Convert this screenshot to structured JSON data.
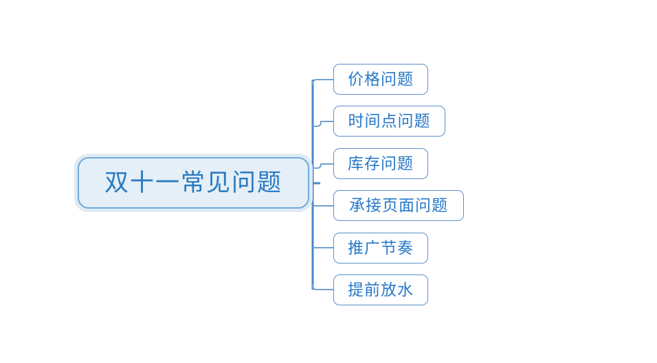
{
  "diagram": {
    "type": "mind-map",
    "background_color": "#ffffff",
    "root": {
      "label": "双十一常见问题",
      "fill_color": "#e4eff7",
      "border_color": "#74a9d6",
      "halo_color": "#dfebf5",
      "text_color": "#2a7ac0"
    },
    "branch": {
      "trunk_color": "#4a86c8",
      "link_color": "#6fa3d2"
    },
    "children": [
      {
        "label": "价格问题",
        "fill_color": "#ffffff",
        "border_color": "#5b8fc9",
        "text_color": "#2878c8"
      },
      {
        "label": "时间点问题",
        "fill_color": "#ffffff",
        "border_color": "#5b8fc9",
        "text_color": "#2878c8"
      },
      {
        "label": "库存问题",
        "fill_color": "#ffffff",
        "border_color": "#5b8fc9",
        "text_color": "#2878c8"
      },
      {
        "label": "承接页面问题",
        "fill_color": "#ffffff",
        "border_color": "#5b8fc9",
        "text_color": "#2878c8"
      },
      {
        "label": "推广节奏",
        "fill_color": "#ffffff",
        "border_color": "#5b8fc9",
        "text_color": "#2878c8"
      },
      {
        "label": "提前放水",
        "fill_color": "#ffffff",
        "border_color": "#5b8fc9",
        "text_color": "#2878c8"
      }
    ]
  }
}
